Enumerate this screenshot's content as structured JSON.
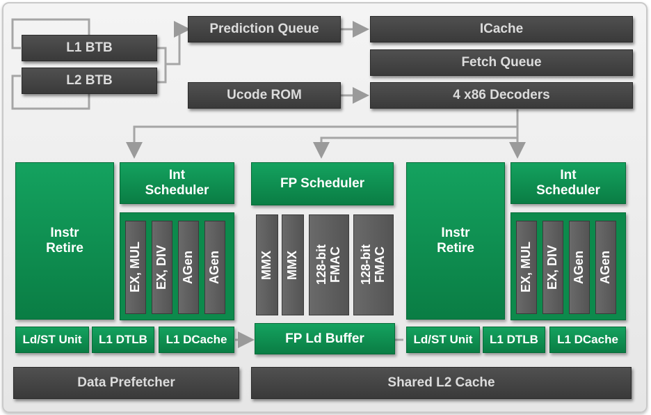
{
  "frontend": {
    "l1_btb": "L1 BTB",
    "l2_btb": "L2 BTB",
    "prediction_queue": "Prediction Queue",
    "ucode_rom": "Ucode ROM",
    "icache": "ICache",
    "fetch_queue": "Fetch Queue",
    "decoders": "4 x86 Decoders"
  },
  "int_cluster_left": {
    "instr_retire": "Instr\nRetire",
    "int_scheduler": "Int\nScheduler",
    "units": [
      "EX, MUL",
      "EX, DIV",
      "AGen",
      "AGen"
    ],
    "ld_st_unit": "Ld/ST Unit",
    "l1_dtlb": "L1 DTLB",
    "l1_dcache": "L1 DCache"
  },
  "fp_cluster": {
    "fp_scheduler": "FP Scheduler",
    "units": [
      "MMX",
      "MMX",
      "128-bit\nFMAC",
      "128-bit\nFMAC"
    ],
    "fp_ld_buffer": "FP Ld Buffer"
  },
  "int_cluster_right": {
    "instr_retire": "Instr\nRetire",
    "int_scheduler": "Int\nScheduler",
    "units": [
      "EX, MUL",
      "EX, DIV",
      "AGen",
      "AGen"
    ],
    "ld_st_unit": "Ld/ST Unit",
    "l1_dtlb": "L1 DTLB",
    "l1_dcache": "L1 DCache"
  },
  "bottom": {
    "data_prefetcher": "Data Prefetcher",
    "shared_l2": "Shared L2 Cache"
  },
  "colors": {
    "gray_block": "#434343",
    "green_block": "#0f8f50",
    "connector": "#a0a0a0",
    "background": "#ececec"
  }
}
